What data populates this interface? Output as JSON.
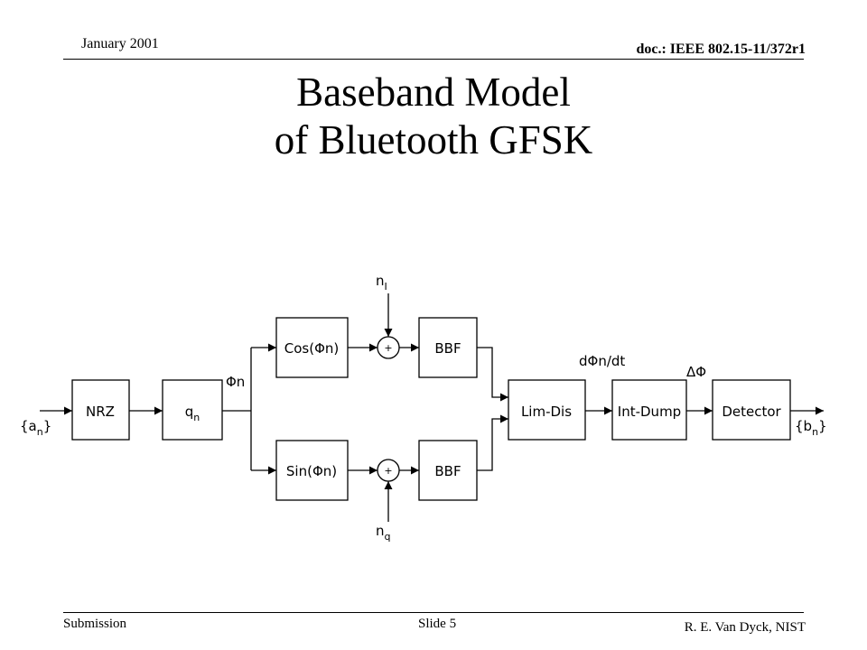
{
  "header": {
    "date": "January 2001",
    "doc": "doc.: IEEE 802.15-11/372r1"
  },
  "title": {
    "line1": "Baseband Model",
    "line2": "of Bluetooth GFSK"
  },
  "footer": {
    "left": "Submission",
    "center": "Slide 5",
    "right": "R. E. Van Dyck, NIST"
  },
  "diagram": {
    "blocks": {
      "nrz": "NRZ",
      "qn": {
        "main": "q",
        "sub": "n"
      },
      "cos": "Cos(Φn)",
      "sin": "Sin(Φn)",
      "bbf_top": "BBF",
      "bbf_bottom": "BBF",
      "limdis": "Lim-Dis",
      "intdump": "Int-Dump",
      "detector": "Detector"
    },
    "signals": {
      "input": {
        "open": "{a",
        "sub": "n",
        "close": "}"
      },
      "output": {
        "open": "{b",
        "sub": "n",
        "close": "}"
      },
      "phi": "Φn",
      "dphi": "dΦn/dt",
      "delta_phi": "ΔΦ",
      "noise_i": {
        "main": "n",
        "sub": "I"
      },
      "noise_q": {
        "main": "n",
        "sub": "q"
      },
      "sum_symbol": "+"
    }
  }
}
